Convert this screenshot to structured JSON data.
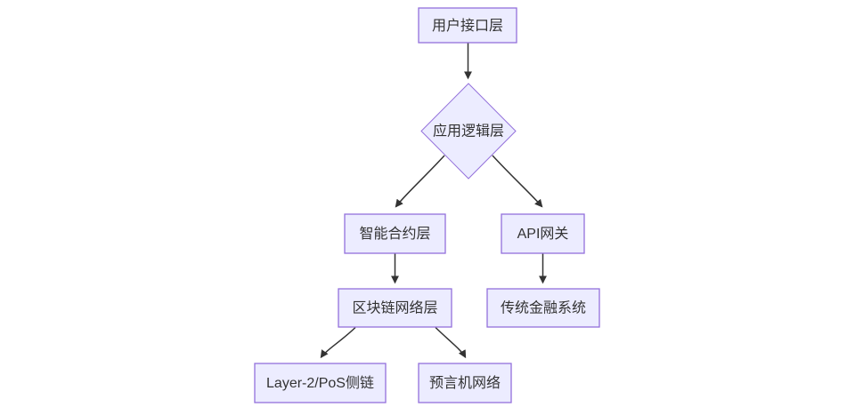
{
  "diagram": {
    "type": "flowchart",
    "direction": "top-down",
    "colors": {
      "background": "#ffffff",
      "node-fill": "#ECECFF",
      "node-border": "#9370DB",
      "edge-color": "#333333",
      "text-color": "#333333"
    },
    "nodes": [
      {
        "id": "user_interface_layer",
        "label": "用户接口层",
        "shape": "rectangle"
      },
      {
        "id": "application_logic_layer",
        "label": "应用逻辑层",
        "shape": "diamond"
      },
      {
        "id": "smart_contract_layer",
        "label": "智能合约层",
        "shape": "rectangle"
      },
      {
        "id": "api_gateway",
        "label": "API网关",
        "shape": "rectangle"
      },
      {
        "id": "blockchain_network_layer",
        "label": "区块链网络层",
        "shape": "rectangle"
      },
      {
        "id": "traditional_financial_system",
        "label": "传统金融系统",
        "shape": "rectangle"
      },
      {
        "id": "layer2_pos_sidechain",
        "label": "Layer-2/PoS侧链",
        "shape": "rectangle"
      },
      {
        "id": "oracle_network",
        "label": "预言机网络",
        "shape": "rectangle"
      }
    ],
    "edges": [
      {
        "from": "用户接口层",
        "to": "应用逻辑层",
        "arrow": true
      },
      {
        "from": "应用逻辑层",
        "to": "智能合约层",
        "arrow": true
      },
      {
        "from": "应用逻辑层",
        "to": "API网关",
        "arrow": true
      },
      {
        "from": "智能合约层",
        "to": "区块链网络层",
        "arrow": true
      },
      {
        "from": "API网关",
        "to": "传统金融系统",
        "arrow": true
      },
      {
        "from": "区块链网络层",
        "to": "Layer-2/PoS侧链",
        "arrow": true
      },
      {
        "from": "区块链网络层",
        "to": "预言机网络",
        "arrow": true
      }
    ]
  }
}
